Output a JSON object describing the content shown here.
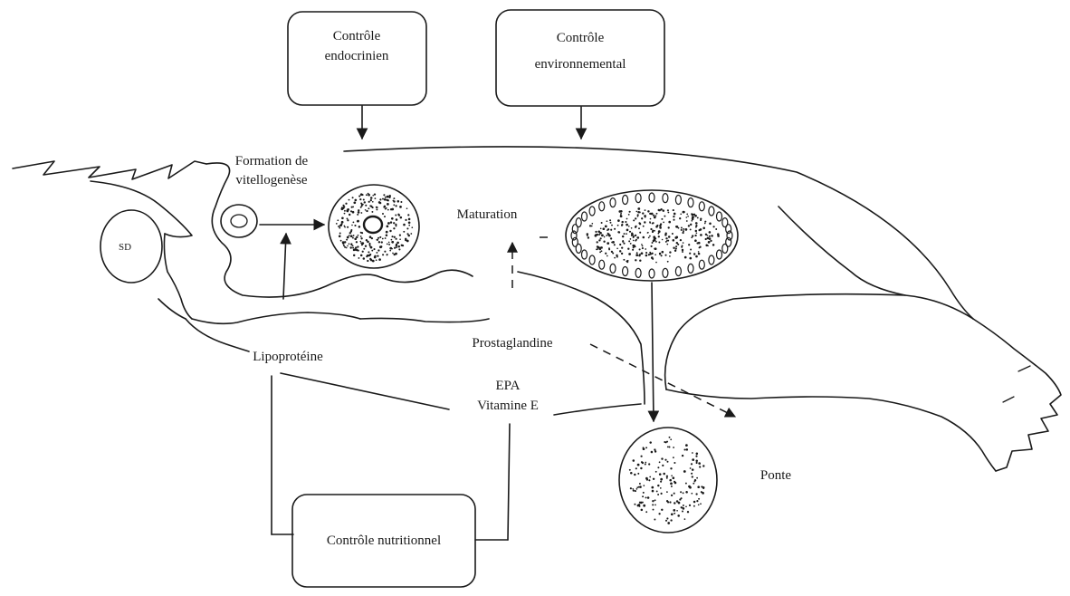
{
  "boxes": {
    "endocrine": [
      "Contrôle",
      "endocrinien"
    ],
    "environment": [
      "Contrôle",
      "environnemental"
    ],
    "nutrition": "Contrôle nutritionnel"
  },
  "labels": {
    "vitello": [
      "Formation de",
      "vitellogenèse"
    ],
    "maturation": "Maturation",
    "lipoproteine": "Lipoprotéine",
    "prostaglandine": "Prostaglandine",
    "epa": "EPA",
    "vitamine": "Vitamine E",
    "ponte": "Ponte",
    "sd": "SD"
  },
  "colors": {
    "ink": "#1a1a1a",
    "paper": "#ffffff"
  }
}
